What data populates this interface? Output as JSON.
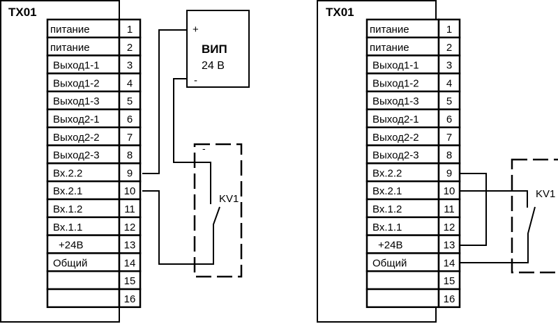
{
  "diagrams": [
    {
      "device": "TX01",
      "terminals": [
        {
          "label": "питание",
          "num": "1"
        },
        {
          "label": "питание",
          "num": "2"
        },
        {
          "label": "Выход1-1",
          "num": "3"
        },
        {
          "label": "Выход1-2",
          "num": "4"
        },
        {
          "label": "Выход1-3",
          "num": "5"
        },
        {
          "label": "Выход2-1",
          "num": "6"
        },
        {
          "label": "Выход2-2",
          "num": "7"
        },
        {
          "label": "Выход2-3",
          "num": "8"
        },
        {
          "label": "Вх.2.2",
          "num": "9"
        },
        {
          "label": "Вх.2.1",
          "num": "10"
        },
        {
          "label": "Вх.1.2",
          "num": "11"
        },
        {
          "label": "Вх.1.1",
          "num": "12"
        },
        {
          "label": "+24В",
          "num": "13"
        },
        {
          "label": "Общий",
          "num": "14"
        },
        {
          "label": "",
          "num": "15"
        },
        {
          "label": "",
          "num": "16"
        }
      ],
      "power_supply": {
        "name": "ВИП",
        "voltage": "24 В",
        "plus": "+",
        "minus": "-"
      },
      "relay": {
        "name": "KV1",
        "mark": "-"
      }
    },
    {
      "device": "TX01",
      "terminals": [
        {
          "label": "питание",
          "num": "1"
        },
        {
          "label": "питание",
          "num": "2"
        },
        {
          "label": "Выход1-1",
          "num": "3"
        },
        {
          "label": "Выход1-2",
          "num": "4"
        },
        {
          "label": "Выход1-3",
          "num": "5"
        },
        {
          "label": "Выход2-1",
          "num": "6"
        },
        {
          "label": "Выход2-2",
          "num": "7"
        },
        {
          "label": "Выход2-3",
          "num": "8"
        },
        {
          "label": "Вх.2.2",
          "num": "9"
        },
        {
          "label": "Вх.2.1",
          "num": "10"
        },
        {
          "label": "Вх.1.2",
          "num": "11"
        },
        {
          "label": "Вх.1.1",
          "num": "12"
        },
        {
          "label": "+24В",
          "num": "13"
        },
        {
          "label": "Общий",
          "num": "14"
        },
        {
          "label": "",
          "num": "15"
        },
        {
          "label": "",
          "num": "16"
        }
      ],
      "relay": {
        "name": "KV1"
      }
    }
  ]
}
